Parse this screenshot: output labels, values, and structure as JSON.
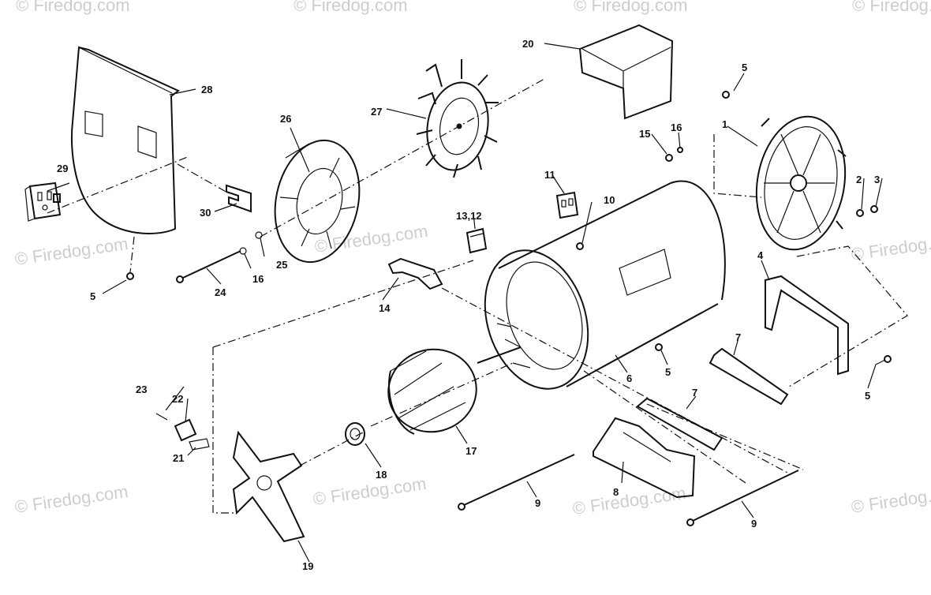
{
  "watermark": {
    "text": "© Firedog.com"
  },
  "callouts": {
    "p1": "1",
    "p2": "2",
    "p3": "3",
    "p4": "4",
    "p5a": "5",
    "p5b": "5",
    "p5c": "5",
    "p5d": "5",
    "p6": "6",
    "p7a": "7",
    "p7b": "7",
    "p8": "8",
    "p9a": "9",
    "p9b": "9",
    "p10": "10",
    "p11": "11",
    "p13_12": "13,12",
    "p14": "14",
    "p15": "15",
    "p16a": "16",
    "p16b": "16",
    "p17": "17",
    "p18": "18",
    "p19": "19",
    "p20": "20",
    "p21": "21",
    "p22": "22",
    "p23": "23",
    "p24": "24",
    "p25": "25",
    "p26": "26",
    "p27": "27",
    "p28": "28",
    "p29": "29",
    "p30": "30"
  }
}
